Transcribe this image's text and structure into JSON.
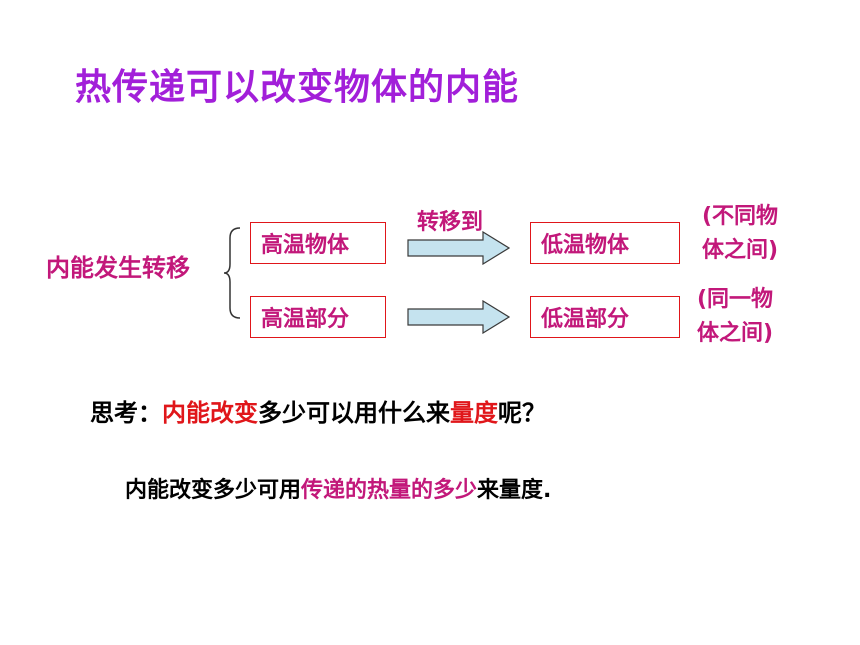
{
  "title": "热传递可以改变物体的内能",
  "main_label": "内能发生转移",
  "arrow_label": "转移到",
  "row1": {
    "left_box": "高温物体",
    "right_box": "低温物体",
    "note_line1": "(不同物",
    "note_line2": "体之间)"
  },
  "row2": {
    "left_box": "高温部分",
    "right_box": "低温部分",
    "note_line1": "(同一物",
    "note_line2": "体之间)"
  },
  "question": {
    "part1": "思考：",
    "part2": "内能改变",
    "part3": "多少可以用什么来",
    "part4": "量度",
    "part5": "呢？"
  },
  "answer": {
    "part1": "内能改变多少可用",
    "part2": "传递的热量的多少",
    "part3": "来量度."
  },
  "colors": {
    "title": "#a21fd9",
    "accent_magenta": "#c2187a",
    "accent_red": "#e0161a",
    "arrow_fill": "#c5e3ef",
    "box_border": "#e0161a"
  }
}
